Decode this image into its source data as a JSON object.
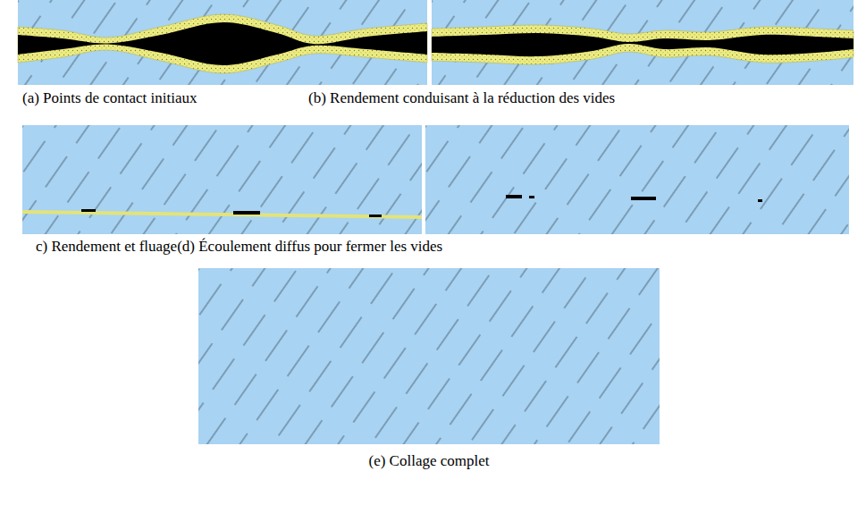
{
  "diagram": {
    "labels": [
      "(a) Points de contact initiaux",
      "(b) Rendement conduisant à la réduction des vides",
      "c) Rendement et fluage",
      "(d) Écoulement diffus pour fermer les vides",
      "(e) Collage complet"
    ]
  }
}
